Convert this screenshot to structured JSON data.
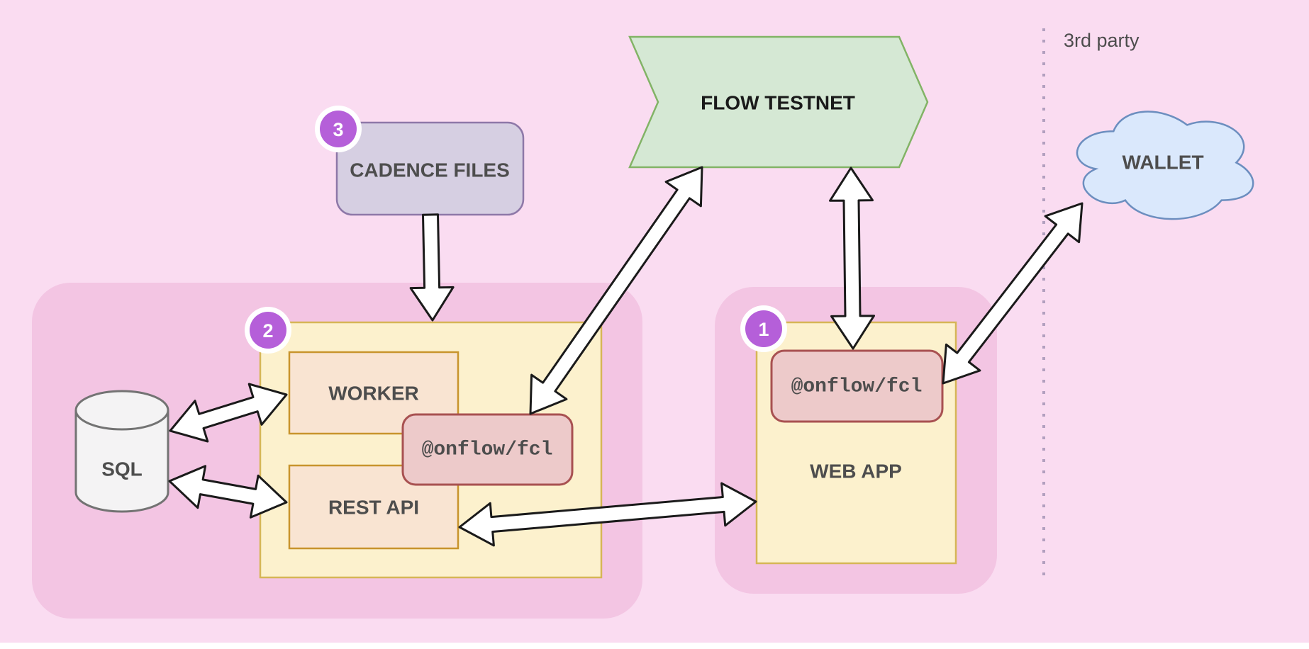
{
  "annotations": {
    "third_party": "3rd party"
  },
  "nodes": {
    "flow_testnet": {
      "label": "FLOW TESTNET"
    },
    "cadence_files": {
      "label": "CADENCE FILES",
      "badge": "3"
    },
    "wallet": {
      "label": "WALLET"
    },
    "backend": {
      "badge": "2"
    },
    "worker": {
      "label": "WORKER"
    },
    "rest_api": {
      "label": "REST API"
    },
    "sql": {
      "label": "SQL"
    },
    "backend_fcl": {
      "label": "@onflow/fcl"
    },
    "web_app": {
      "label": "WEB APP",
      "badge": "1"
    },
    "webapp_fcl": {
      "label": "@onflow/fcl"
    }
  },
  "colors": {
    "background": "#fadcf1",
    "container_pink": "#f3c5e3",
    "bottom_strip": "#ffffff",
    "green_fill": "#d5e8d4",
    "green_stroke": "#82b366",
    "blue_fill": "#dae8fc",
    "blue_stroke": "#6c8ebf",
    "purple_fill": "#d6cfe2",
    "purple_stroke": "#8e78a8",
    "yellow_fill": "#fcf1cd",
    "yellow_stroke": "#d6b656",
    "orange_fill": "#f9e4d2",
    "orange_stroke": "#c8942d",
    "red_fill": "#edcaca",
    "red_stroke": "#a85151",
    "gray_fill": "#f4f3f4",
    "gray_stroke": "#737373",
    "badge_fill": "#b55fd9",
    "badge_ring": "#ffffff",
    "arrow_fill": "#ffffff",
    "arrow_stroke": "#1a1a1a",
    "label_color": "#4d4d4d",
    "third_party_label": "#b79fb8",
    "divider": "#b2a0bf"
  }
}
